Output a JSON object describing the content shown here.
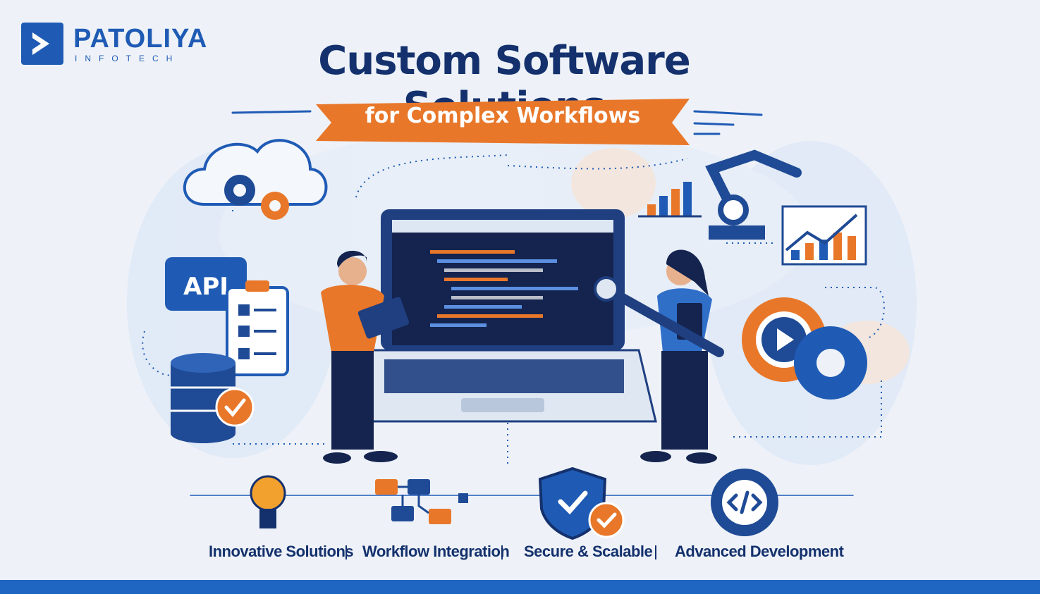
{
  "brand": {
    "name": "PATOLIYA",
    "tagline": "INFOTECH"
  },
  "headline": {
    "title": "Custom Software Solutions",
    "subtitle": "for Complex Workflows"
  },
  "illustration": {
    "api_label": "API"
  },
  "features": [
    {
      "label": "Innovative Solutions",
      "icon": "lightbulb-icon"
    },
    {
      "label": "Workflow Integration",
      "icon": "workflow-icon"
    },
    {
      "label": "Secure & Scalable",
      "icon": "shield-check-icon"
    },
    {
      "label": "Advanced Development",
      "icon": "code-gear-icon"
    }
  ],
  "colors": {
    "navy": "#14316d",
    "blue": "#1f5bb5",
    "orange": "#e8772a",
    "background": "#eef2f8"
  }
}
